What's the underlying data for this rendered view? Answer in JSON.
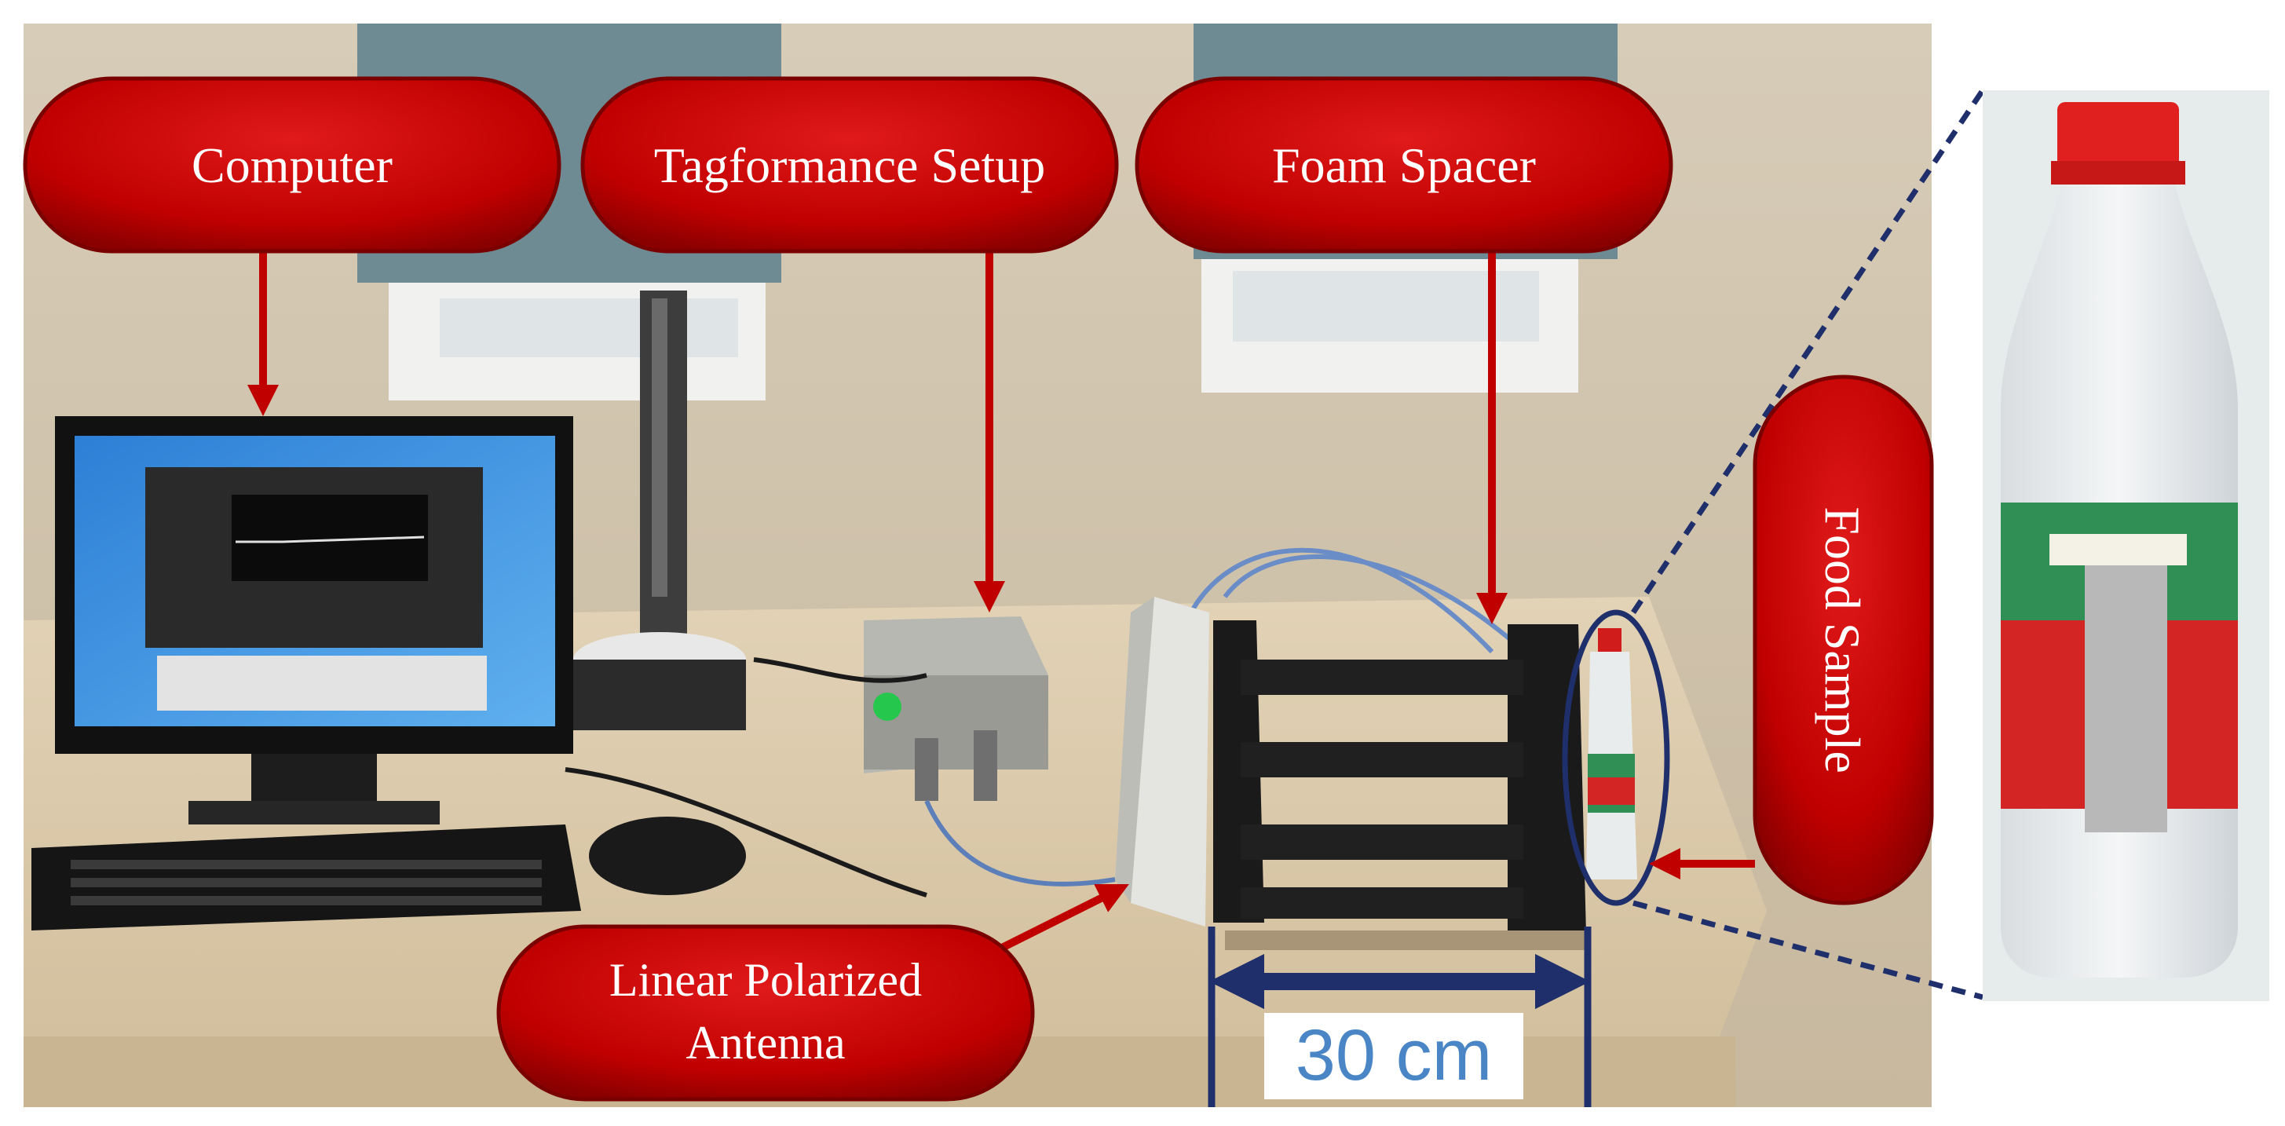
{
  "labels": {
    "computer": "Computer",
    "tagformance": "Tagformance Setup",
    "foam_spacer": "Foam Spacer",
    "food_sample": "Food Sample",
    "antenna_line1": "Linear Polarized",
    "antenna_line2": "Antenna"
  },
  "dimension": {
    "value": "30 cm"
  },
  "colors": {
    "callout_fill": "#c00000",
    "callout_border": "#7a0000",
    "arrow": "#c00000",
    "dimension_line": "#1f2f6b",
    "dimension_text": "#4a86c5",
    "zoom_outline": "#1f2f6b"
  }
}
